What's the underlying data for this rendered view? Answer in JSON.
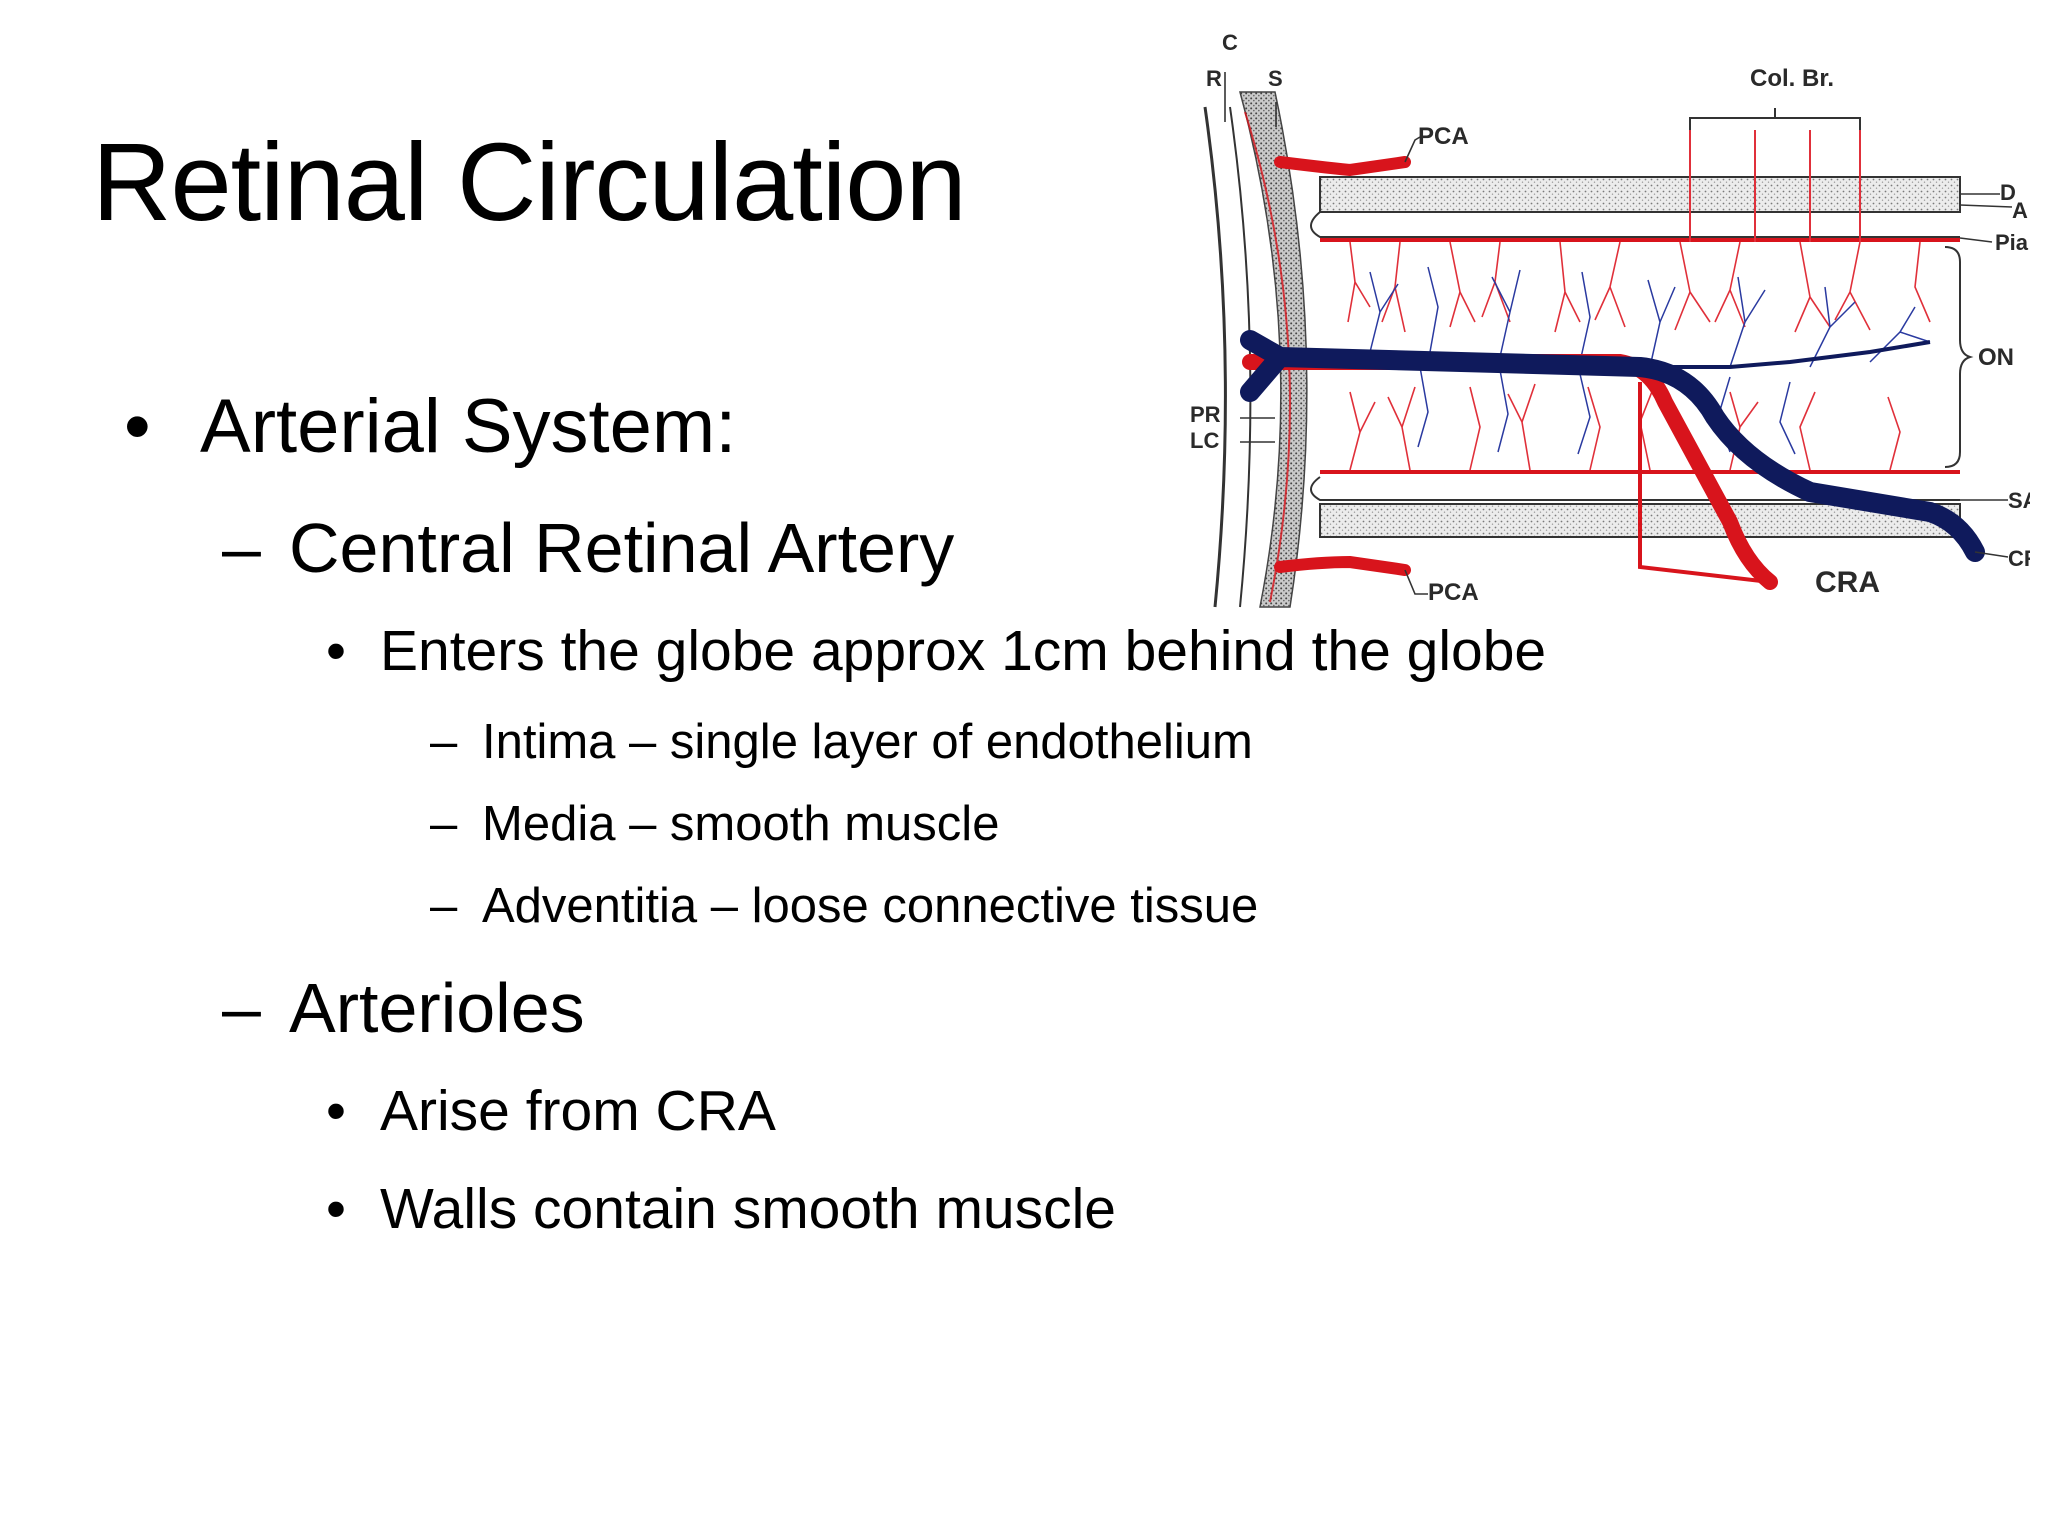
{
  "slide": {
    "title": "Retinal Circulation",
    "bullets": {
      "arterial_system": "Arterial System:",
      "central_retinal_artery": "Central Retinal Artery",
      "enters_globe": "Enters the globe approx 1cm behind the globe",
      "intima": "Intima – single layer of endothelium",
      "media": "Media – smooth  muscle",
      "adventitia": "Adventitia – loose connective tissue",
      "arterioles": "Arterioles",
      "arise_from_cra": "Arise from CRA",
      "walls_smooth_muscle": "Walls contain smooth muscle"
    },
    "markers": {
      "bullet": "•",
      "dash": "–"
    }
  },
  "figure": {
    "labels": {
      "c": "C",
      "r": "R",
      "s": "S",
      "col_br": "Col. Br.",
      "pca_top": "PCA",
      "d": "D",
      "a": "A",
      "pia": "Pia",
      "on": "ON",
      "pr": "PR",
      "lc": "LC",
      "sas": "SAS",
      "crv": "CRV",
      "pca_bottom": "PCA",
      "cra": "CRA"
    },
    "colors": {
      "artery": "#d8141c",
      "vein": "#0f1a5c",
      "branch_red": "#e0303a",
      "branch_blue": "#2a3aa0",
      "sheath": "#bdbdbd"
    }
  }
}
